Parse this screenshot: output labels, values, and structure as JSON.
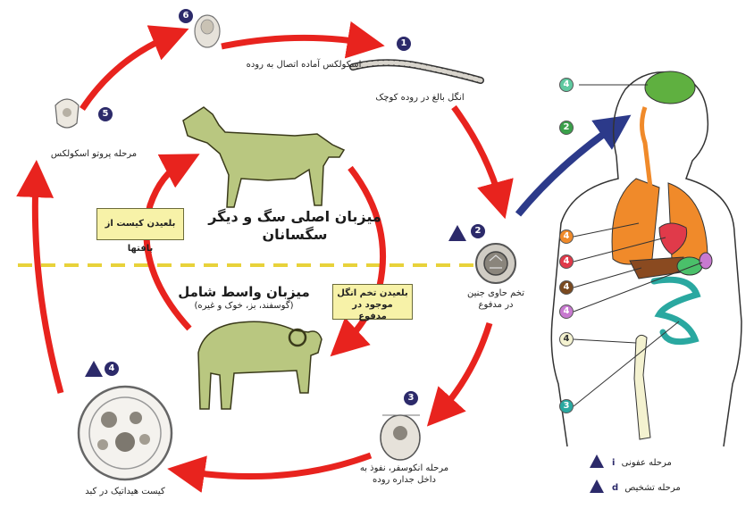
{
  "hosts": {
    "definitive": "میزبان اصلی سگ و دیگر سگسانان",
    "definitive_line1": "میزبان اصلی سگ و دیگر",
    "definitive_line2": "سگسانان",
    "intermediate_line1": "میزبان واسط شامل",
    "intermediate_line2": "(گوسفند، بز، خوک و غیره)"
  },
  "stages": [
    {
      "number": "1",
      "label": "انگل بالغ در روده کوچک"
    },
    {
      "number": "2",
      "label_line1": "تخم حاوی جنین",
      "label_line2": "در مدفوع"
    },
    {
      "number": "3",
      "label_line1": "مرحله انکوسفر، نفوذ به",
      "label_line2": "داخل جداره روده"
    },
    {
      "number": "4",
      "label": "کیست هیداتیک در کبد"
    },
    {
      "number": "5",
      "label": "مرحله پروتو اسکولکس"
    },
    {
      "number": "6",
      "label": "اسکولکس آماده اتصال به روده"
    }
  ],
  "boxes": {
    "ingest_cyst": "بلعیدن کیست از بافتها",
    "ingest_egg_line1": "بلعیدن تخم انگل",
    "ingest_egg_line2": "موجود در مدفوع"
  },
  "organ_badges": [
    {
      "number": "4",
      "color": "#5fc9a0"
    },
    {
      "number": "2",
      "color": "#3aa04a"
    },
    {
      "number": "4",
      "color": "#f08a2a"
    },
    {
      "number": "4",
      "color": "#e03a4a"
    },
    {
      "number": "4",
      "color": "#7a4a20"
    },
    {
      "number": "4",
      "color": "#c87ad0"
    },
    {
      "number": "4",
      "color": "#f4f2d0"
    },
    {
      "number": "3",
      "color": "#2aa8a0"
    }
  ],
  "legend": {
    "infective": "مرحله عفونی",
    "diagnostic": "مرحله تشخیص",
    "infective_marker": "i",
    "diagnostic_marker": "d"
  },
  "colors": {
    "cycle_arrow": "#e8231e",
    "human_arrow": "#2c3a8a",
    "animal_fill": "#b9c780",
    "divider": "#e8d23a"
  }
}
